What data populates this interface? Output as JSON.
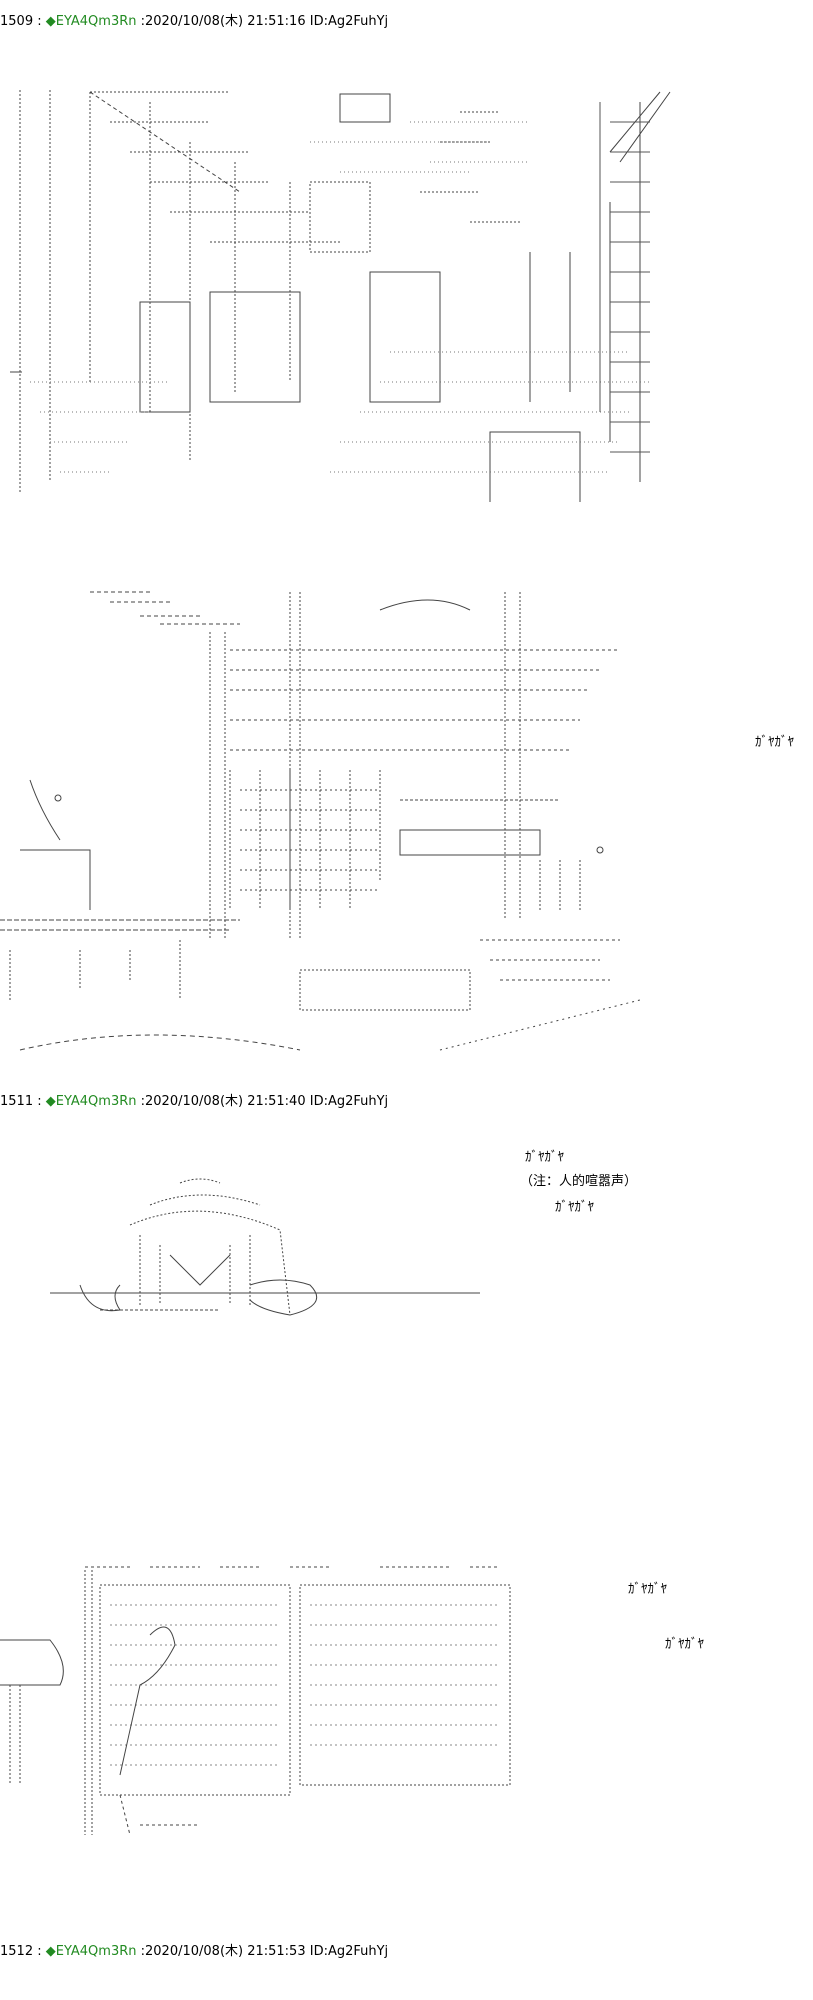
{
  "posts": [
    {
      "number": "1509",
      "sep": " : ",
      "trip_mark": "◆",
      "trip": "EYA4Qm3Rn",
      "date": " :2020/10/08(木) 21:51:16 ID:Ag2FuhYj"
    },
    {
      "number": "1511",
      "sep": " : ",
      "trip_mark": "◆",
      "trip": "EYA4Qm3Rn",
      "date": " :2020/10/08(木) 21:51:40 ID:Ag2FuhYj"
    },
    {
      "number": "1512",
      "sep": " : ",
      "trip_mark": "◆",
      "trip": "EYA4Qm3Rn",
      "date": " :2020/10/08(木) 21:51:53 ID:Ag2FuhYj"
    }
  ],
  "sound_effects": {
    "street": "ｶﾞﾔｶﾞﾔ",
    "crowd_a": "ｶﾞﾔｶﾞﾔ",
    "note": "（注：人的喧嚣声）",
    "crowd_b": "ｶﾞﾔｶﾞﾔ",
    "room_a": "ｶﾞﾔｶﾞﾔ",
    "room_b": "ｶﾞﾔｶﾞﾔ"
  },
  "colors": {
    "trip": "#228b22",
    "text": "#000000",
    "background": "#ffffff",
    "art": "#333333"
  }
}
